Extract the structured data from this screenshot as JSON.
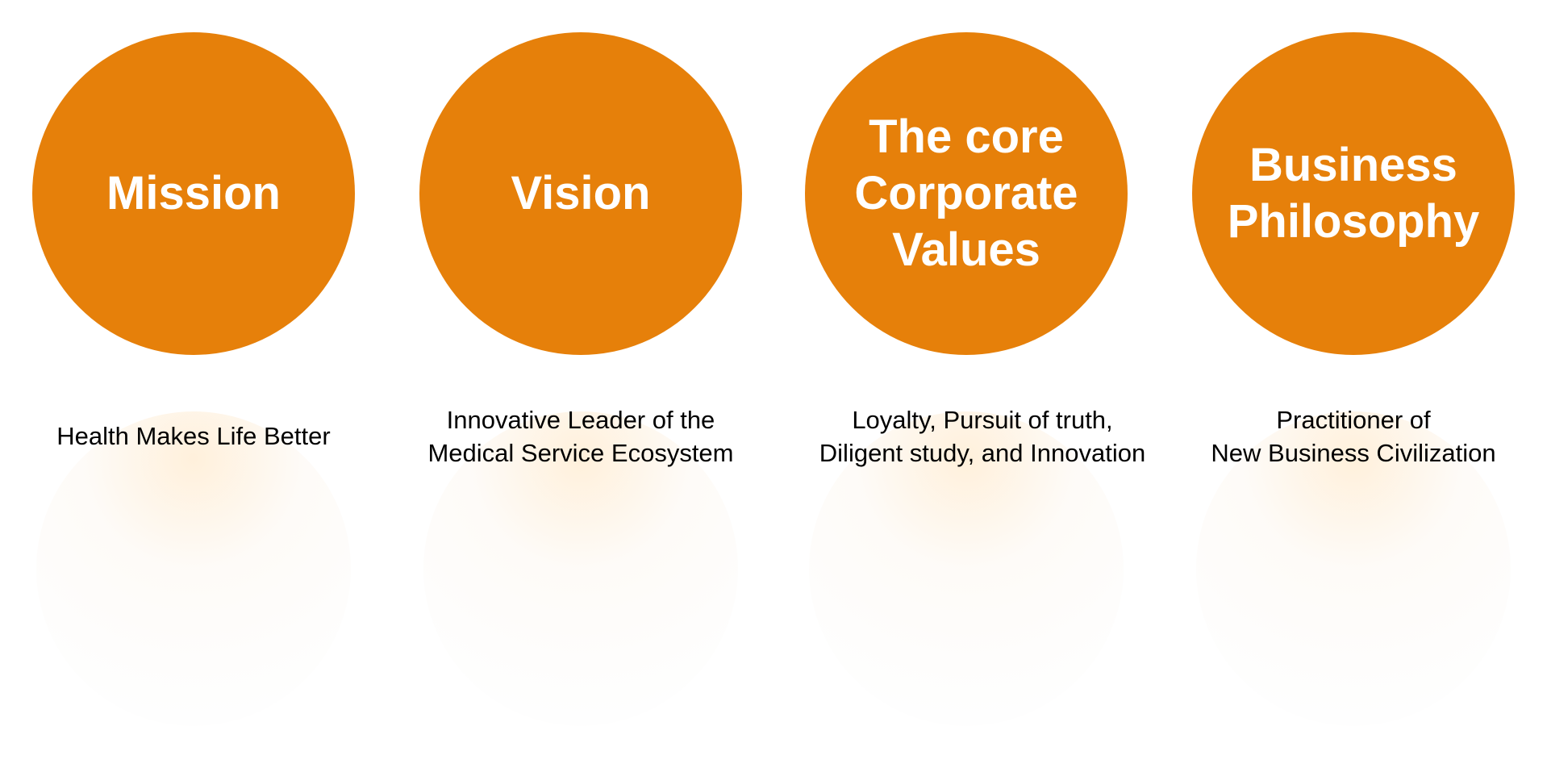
{
  "colors": {
    "circle_fill": "#e6800a",
    "circle_text": "#ffffff",
    "description_text": "#000000",
    "background": "#ffffff"
  },
  "items": [
    {
      "title": "Mission",
      "description": "Health Makes Life Better"
    },
    {
      "title": "Vision",
      "description": "Innovative Leader of the\nMedical Service Ecosystem"
    },
    {
      "title": "The core\nCorporate\nValues",
      "description": "Loyalty, Pursuit of truth,\nDiligent study, and Innovation"
    },
    {
      "title": "Business\nPhilosophy",
      "description": "Practitioner of\nNew Business Civilization"
    }
  ]
}
